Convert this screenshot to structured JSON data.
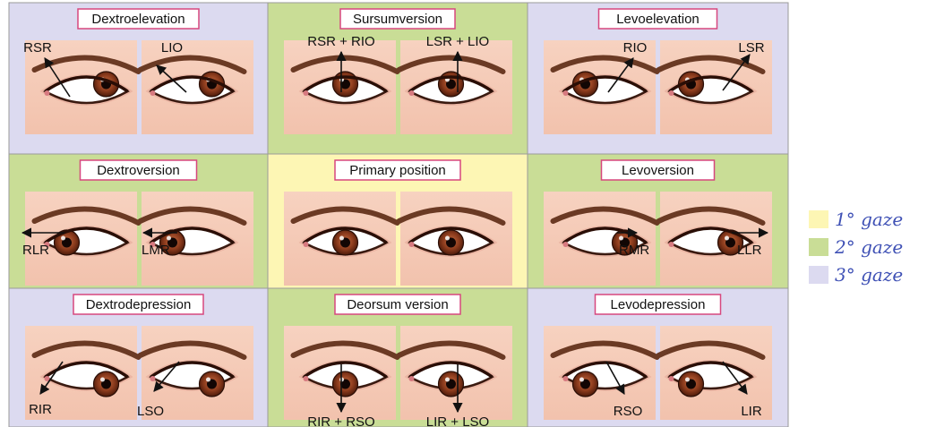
{
  "colors": {
    "primary_gaze": "#fdf6b4",
    "secondary_gaze": "#c9dd96",
    "tertiary_gaze": "#dcdaf0",
    "title_border": "#d7477e",
    "legend_text": "#3f51b5"
  },
  "cells": [
    {
      "title": "Dextroelevation",
      "gaze": "tertiary",
      "labels": [
        "RSR",
        "LIO"
      ]
    },
    {
      "title": "Sursumversion",
      "gaze": "secondary",
      "labels": [
        "RSR + RIO",
        "LSR + LIO"
      ]
    },
    {
      "title": "Levoelevation",
      "gaze": "tertiary",
      "labels": [
        "RIO",
        "LSR"
      ]
    },
    {
      "title": "Dextroversion",
      "gaze": "secondary",
      "labels": [
        "RLR",
        "LMR"
      ]
    },
    {
      "title": "Primary position",
      "gaze": "primary",
      "labels": [
        "",
        ""
      ]
    },
    {
      "title": "Levoversion",
      "gaze": "secondary",
      "labels": [
        "RMR",
        "LLR"
      ]
    },
    {
      "title": "Dextrodepression",
      "gaze": "tertiary",
      "labels": [
        "RIR",
        "LSO"
      ]
    },
    {
      "title": "Deorsum version",
      "gaze": "secondary",
      "labels": [
        "RIR + RSO",
        "LIR + LSO"
      ]
    },
    {
      "title": "Levodepression",
      "gaze": "tertiary",
      "labels": [
        "RSO",
        "LIR"
      ]
    }
  ],
  "legend": [
    {
      "text": "1° gaze",
      "gaze": "primary"
    },
    {
      "text": "2° gaze",
      "gaze": "secondary"
    },
    {
      "text": "3° gaze",
      "gaze": "tertiary"
    }
  ]
}
